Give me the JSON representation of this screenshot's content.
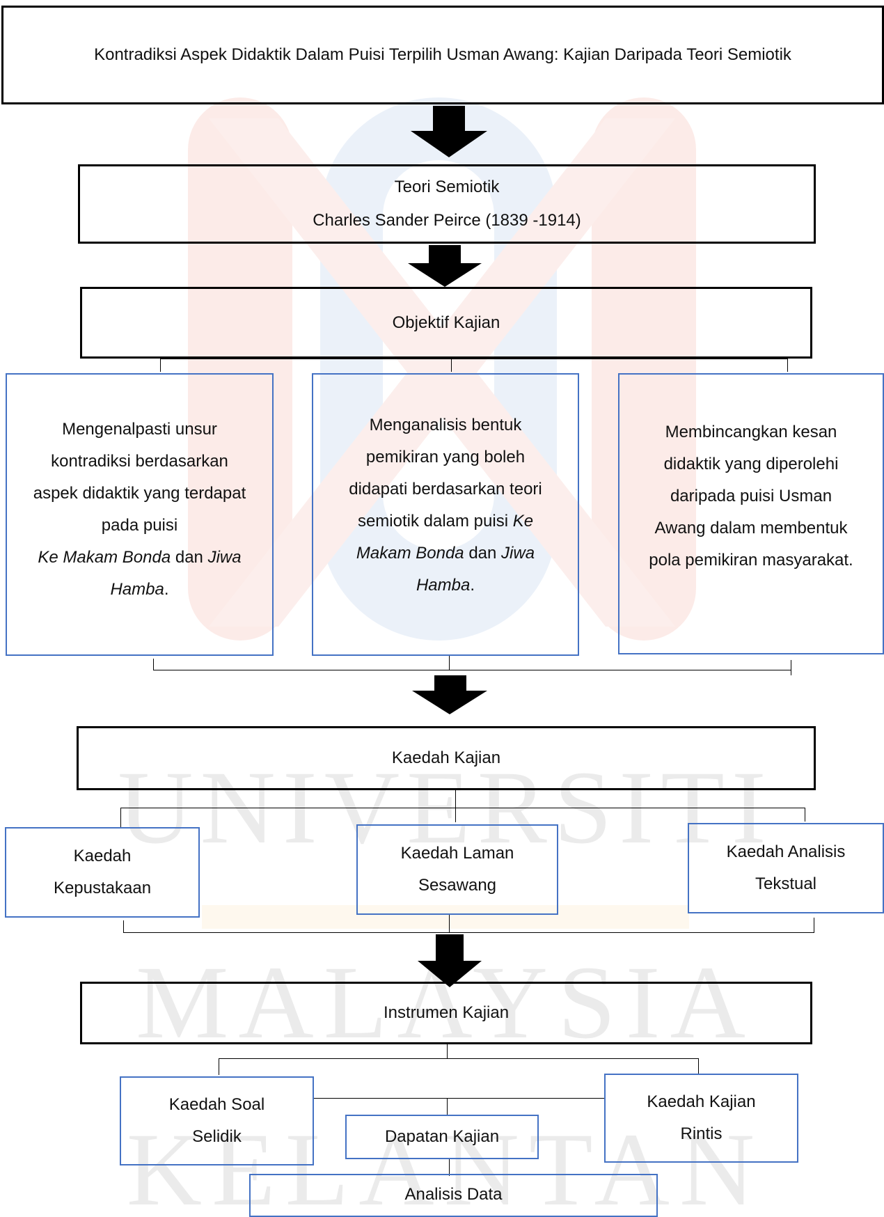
{
  "title": "Kontradiksi Aspek Didaktik Dalam Puisi Terpilih Usman Awang: Kajian Daripada Teori Semiotik",
  "theory": {
    "line1": "Teori Semiotik",
    "line2": "Charles Sander Peirce (1839 -1914)"
  },
  "objectives_header": "Objektif Kajian",
  "objectives": [
    {
      "lines": [
        "Mengenalpasti unsur",
        "kontradiksi berdasarkan",
        "aspek didaktik yang terdapat",
        "pada puisi"
      ],
      "italic1": "Ke Makam Bonda",
      "and": " dan ",
      "italic2a": "Jiwa",
      "italic2b": "Hamba",
      "end": "."
    },
    {
      "lines": [
        "Menganalisis bentuk",
        "pemikiran yang boleh",
        "didapati berdasarkan teori"
      ],
      "pre": "semiotik dalam puisi ",
      "italic1a": "Ke",
      "italic1b": "Makam Bonda",
      "and": " dan ",
      "italic2a": "Jiwa",
      "italic2b": "Hamba",
      "end": "."
    },
    {
      "lines": [
        "Membincangkan kesan",
        "didaktik yang diperolehi",
        "daripada puisi Usman",
        "Awang dalam membentuk",
        "pola pemikiran masyarakat."
      ]
    }
  ],
  "method_header": "Kaedah Kajian",
  "methods": [
    {
      "line1": "Kaedah",
      "line2": "Kepustakaan"
    },
    {
      "line1": "Kaedah Laman",
      "line2": "Sesawang"
    },
    {
      "line1": "Kaedah Analisis",
      "line2": "Tekstual"
    }
  ],
  "instrument_header": "Instrumen Kajian",
  "instruments": [
    {
      "line1": "Kaedah Soal",
      "line2": "Selidik"
    },
    {
      "line1": "Kaedah Kajian",
      "line2": "Rintis"
    }
  ],
  "findings": "Dapatan Kajian",
  "analysis": "Analisis Data",
  "watermark": [
    "UNIVERSITI",
    "MALAYSIA",
    "KELANTAN"
  ],
  "colors": {
    "box_border_blue": "#4472c4",
    "arrow": "#000000",
    "watermark_text": "#d9d9d9"
  }
}
